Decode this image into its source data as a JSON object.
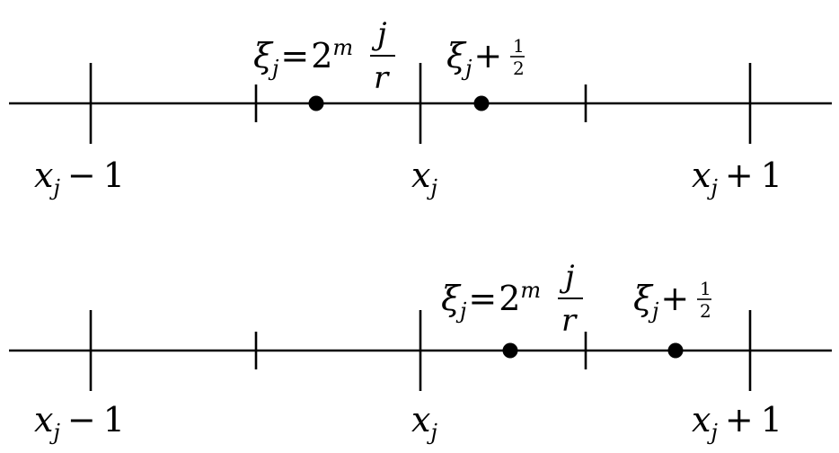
{
  "rows": [
    {
      "labels": {
        "left": {
          "base": "x",
          "sub": "j",
          "op": "−",
          "num": "1"
        },
        "mid": {
          "base": "x",
          "sub": "j"
        },
        "right": {
          "base": "x",
          "sub": "j",
          "op": "+",
          "num": "1"
        }
      },
      "point_formula": {
        "xi": "ξ",
        "sub": "j",
        "eq": "=",
        "two": "2",
        "sup": "m",
        "frac_num": "j",
        "frac_den": "r"
      },
      "half_label": {
        "xi": "ξ",
        "sub": "j",
        "op": "+",
        "frac_num": "1",
        "frac_den": "2"
      }
    },
    {
      "labels": {
        "left": {
          "base": "x",
          "sub": "j",
          "op": "−",
          "num": "1"
        },
        "mid": {
          "base": "x",
          "sub": "j"
        },
        "right": {
          "base": "x",
          "sub": "j",
          "op": "+",
          "num": "1"
        }
      },
      "point_formula": {
        "xi": "ξ",
        "sub": "j",
        "eq": "=",
        "two": "2",
        "sup": "m",
        "frac_num": "j",
        "frac_den": "r"
      },
      "half_label": {
        "xi": "ξ",
        "sub": "j",
        "op": "+",
        "frac_num": "1",
        "frac_den": "2"
      }
    }
  ]
}
